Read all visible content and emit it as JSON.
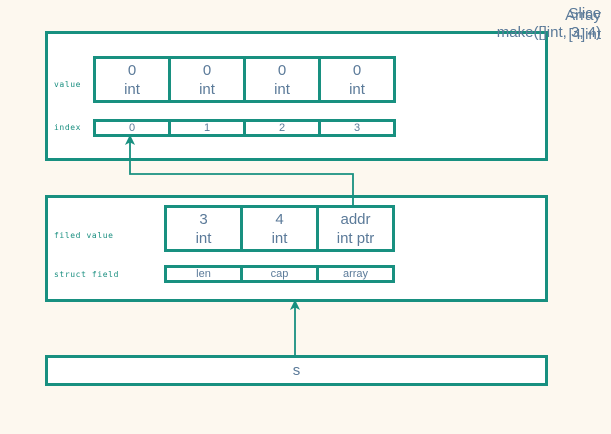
{
  "canvas": {
    "background_color": "#fdf8ef",
    "line_color": "#189080",
    "text_color": "#5b7a99",
    "label_color": "#1a8f80"
  },
  "array_group": {
    "title_line1": "Array",
    "title_line2": "[4]int",
    "value_row_label": "value",
    "index_row_label": "index",
    "cells": [
      {
        "value": "0",
        "type": "int",
        "index": "0"
      },
      {
        "value": "0",
        "type": "int",
        "index": "1"
      },
      {
        "value": "0",
        "type": "int",
        "index": "2"
      },
      {
        "value": "0",
        "type": "int",
        "index": "3"
      }
    ]
  },
  "slice_group": {
    "title_line1": "Slice",
    "title_line2": "make([]int, 3, 4)",
    "value_row_label": "filed value",
    "field_row_label": "struct field",
    "cells": [
      {
        "value": "3",
        "type": "int",
        "field": "len"
      },
      {
        "value": "4",
        "type": "int",
        "field": "cap"
      },
      {
        "value": "addr",
        "type": "int ptr",
        "field": "array"
      }
    ]
  },
  "variable_box": {
    "name": "s"
  }
}
